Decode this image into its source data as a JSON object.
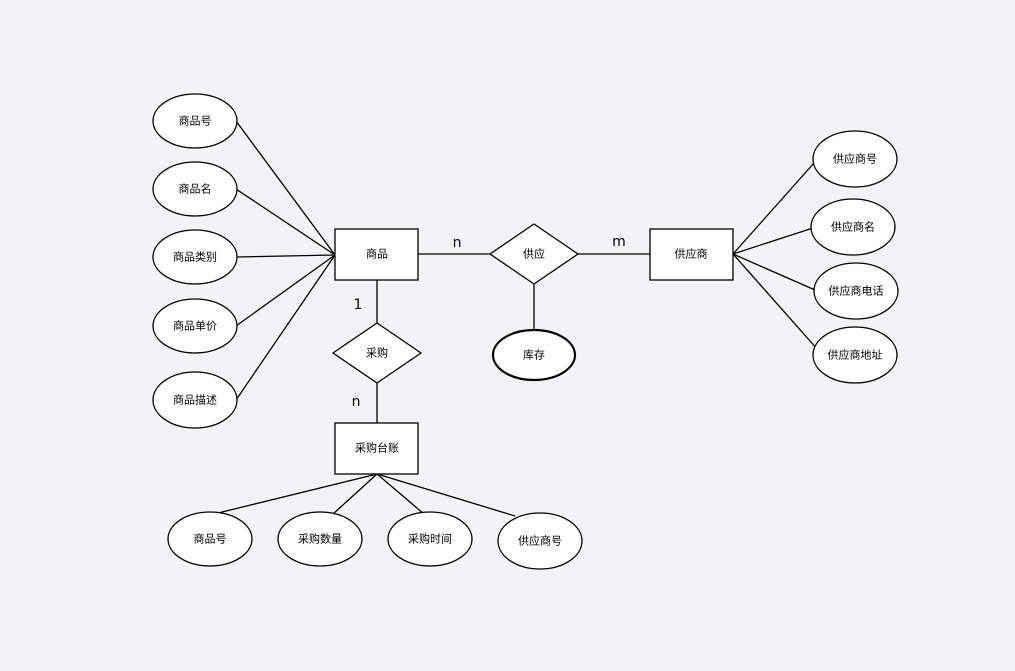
{
  "diagram": {
    "entities": {
      "goods": "商品",
      "supplier": "供应商",
      "purchase_ledger": "采购台账"
    },
    "relationships": {
      "supply": "供应",
      "purchase": "采购"
    },
    "relationship_attributes": {
      "stock": "库存"
    },
    "goods_attributes": [
      "商品号",
      "商品名",
      "商品类别",
      "商品单价",
      "商品描述"
    ],
    "supplier_attributes": [
      "供应商号",
      "供应商名",
      "供应商电话",
      "供应商地址"
    ],
    "ledger_attributes": [
      "商品号",
      "采购数量",
      "采购时间",
      "供应商号"
    ],
    "cardinalities": {
      "goods_supply": "n",
      "supply_supplier": "m",
      "goods_purchase": "1",
      "purchase_ledger": "n"
    },
    "colors": {
      "background": "#f3f3f5",
      "stroke": "#000000",
      "fill": "#ffffff"
    }
  }
}
